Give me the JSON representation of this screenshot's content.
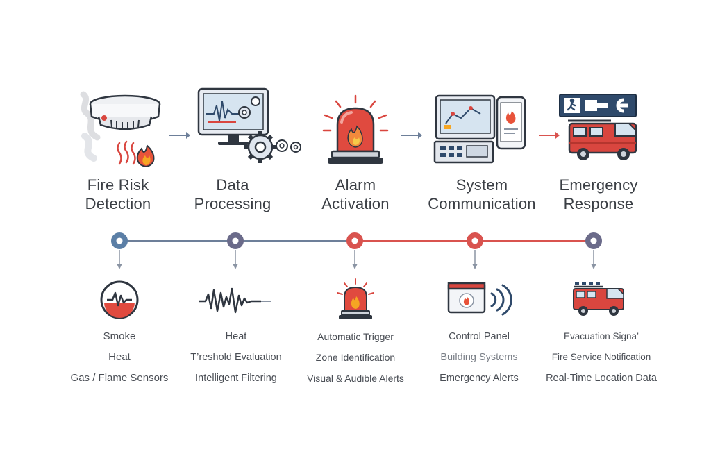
{
  "stages": [
    {
      "title_line1": "Fire Risk",
      "title_line2": "Detection",
      "icon": "smoke-detector-icon",
      "detail_icon": "smoke-sensor-icon",
      "details": [
        "Smoke",
        "Heat",
        "Gas / Flame Sensors"
      ],
      "dot_color": "#5b7fa6"
    },
    {
      "title_line1": "Data",
      "title_line2": "Processing",
      "icon": "monitor-gears-icon",
      "detail_icon": "waveform-icon",
      "details": [
        "Heat",
        "T’reshold Evaluation",
        "Intelligent Filtering"
      ],
      "dot_color": "#6b6b8a"
    },
    {
      "title_line1": "Alarm",
      "title_line2": "Activation",
      "icon": "alarm-beacon-icon",
      "detail_icon": "alarm-beacon-small-icon",
      "details": [
        "Automatic Trigger",
        "Zone Identification",
        "Visual & Audible Alerts"
      ],
      "dot_color": "#d9534f"
    },
    {
      "title_line1": "System",
      "title_line2": "Communication",
      "icon": "control-panel-phone-icon",
      "detail_icon": "wireless-panel-icon",
      "details": [
        "Control Panel",
        "Building Systems",
        "Emergency Alerts"
      ],
      "dot_color": "#d9534f"
    },
    {
      "title_line1": "Emergency",
      "title_line2": "Response",
      "icon": "fire-truck-exit-sign-icon",
      "detail_icon": "fire-truck-small-icon",
      "details": [
        "Evacuation Signa’",
        "Fire Service Notification",
        "Real-Time Location Data"
      ],
      "dot_color": "#6b6b8a"
    }
  ],
  "colors": {
    "red": "#d9463f",
    "navy": "#2f4a6b",
    "line_blue": "#6d7f99",
    "line_red": "#d9534f",
    "text": "#3b3f45"
  }
}
